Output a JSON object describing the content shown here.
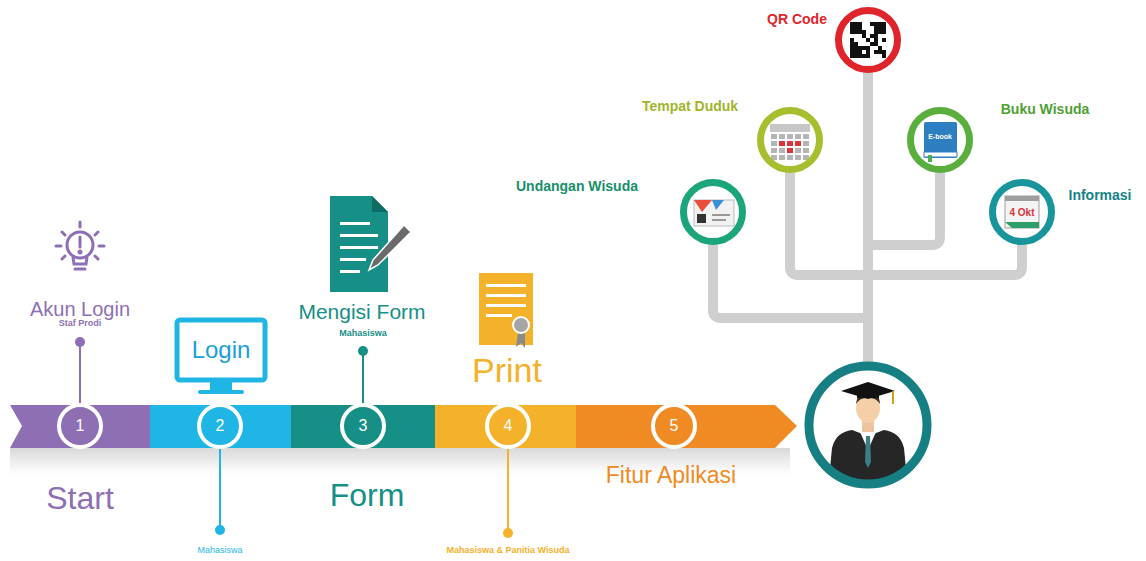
{
  "diagram": {
    "nodes": [
      {
        "text": [
          "QR Code"
        ]
      },
      {
        "text": [
          "Tempat Duduk"
        ]
      },
      {
        "text": [
          "Buku Wisuda"
        ]
      },
      {
        "text": [
          "Undangan Wisuda"
        ]
      },
      {
        "text": [
          "Informasi"
        ]
      },
      {
        "text": [
          "1"
        ]
      },
      {
        "text": [
          "2"
        ]
      },
      {
        "text": [
          "3"
        ]
      },
      {
        "text": [
          "4"
        ]
      },
      {
        "text": [
          "5"
        ]
      }
    ],
    "labels": [
      "Akun Login",
      "Staf Prodi",
      "Login",
      "Mengisi Form",
      "Mahasiswa",
      "Print",
      "Start",
      "Form",
      "Fitur Aplikasi",
      "Mahasiswa",
      "Mahasiswa & Panitia Wisuda",
      "E-book",
      "4 Okt"
    ]
  }
}
